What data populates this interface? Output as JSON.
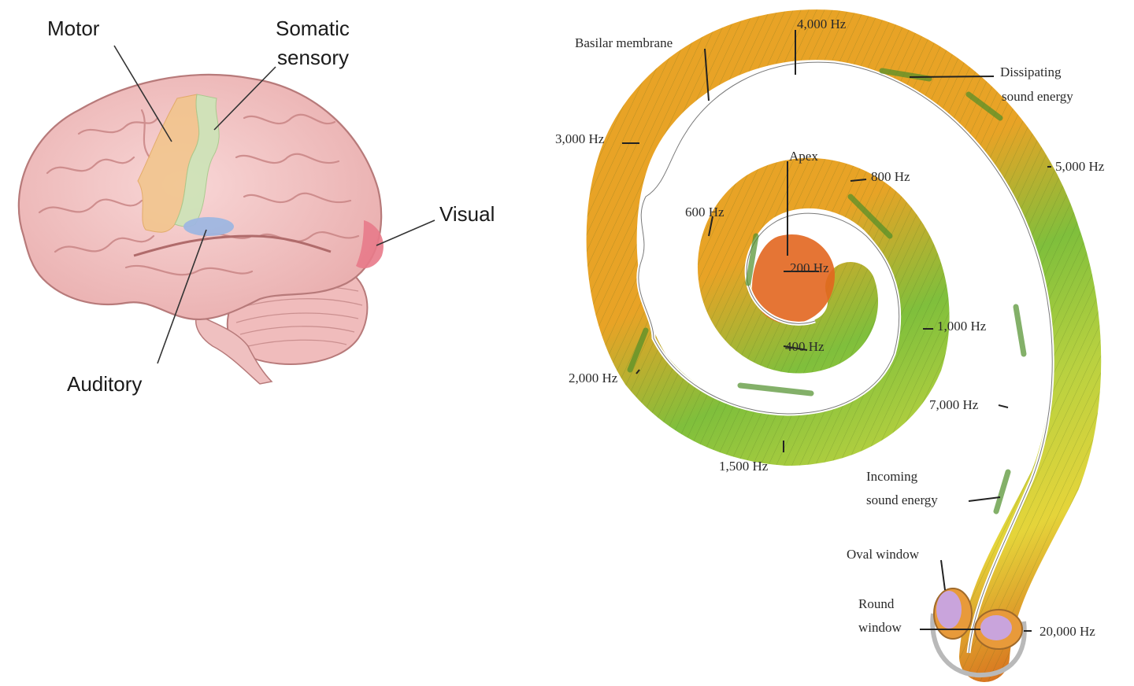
{
  "brain": {
    "labels": {
      "motor": "Motor",
      "somatic_line1": "Somatic",
      "somatic_line2": "sensory",
      "visual": "Visual",
      "auditory": "Auditory"
    },
    "colors": {
      "tissue": "#f3c4c4",
      "tissue_dark": "#c98a8a",
      "motor": "#f2c58a",
      "somatic": "#cfe3b8",
      "auditory": "#9eb6e0",
      "visual": "#e87a8a"
    }
  },
  "cochlea": {
    "labels": {
      "basilar_membrane": "Basilar membrane",
      "apex": "Apex",
      "dissipating_line1": "Dissipating",
      "dissipating_line2": "sound energy",
      "incoming_line1": "Incoming",
      "incoming_line2": "sound energy",
      "oval_window": "Oval window",
      "round_line1": "Round",
      "round_line2": "window"
    },
    "frequencies": {
      "f4000": "4,000 Hz",
      "f3000": "3,000 Hz",
      "f5000": "5,000 Hz",
      "f800": "800 Hz",
      "f600": "600 Hz",
      "f200": "200 Hz",
      "f1000": "1,000 Hz",
      "f400": "400 Hz",
      "f2000": "2,000 Hz",
      "f7000": "7,000 Hz",
      "f1500": "1,500 Hz",
      "f20000": "20,000 Hz"
    },
    "colors": {
      "low": "#e2661f",
      "mid": "#f2d23a",
      "green": "#8cc43e",
      "dark_green": "#5d9e2e",
      "windows": "#c9a4dc",
      "arrows": "#4f8f2a"
    }
  }
}
